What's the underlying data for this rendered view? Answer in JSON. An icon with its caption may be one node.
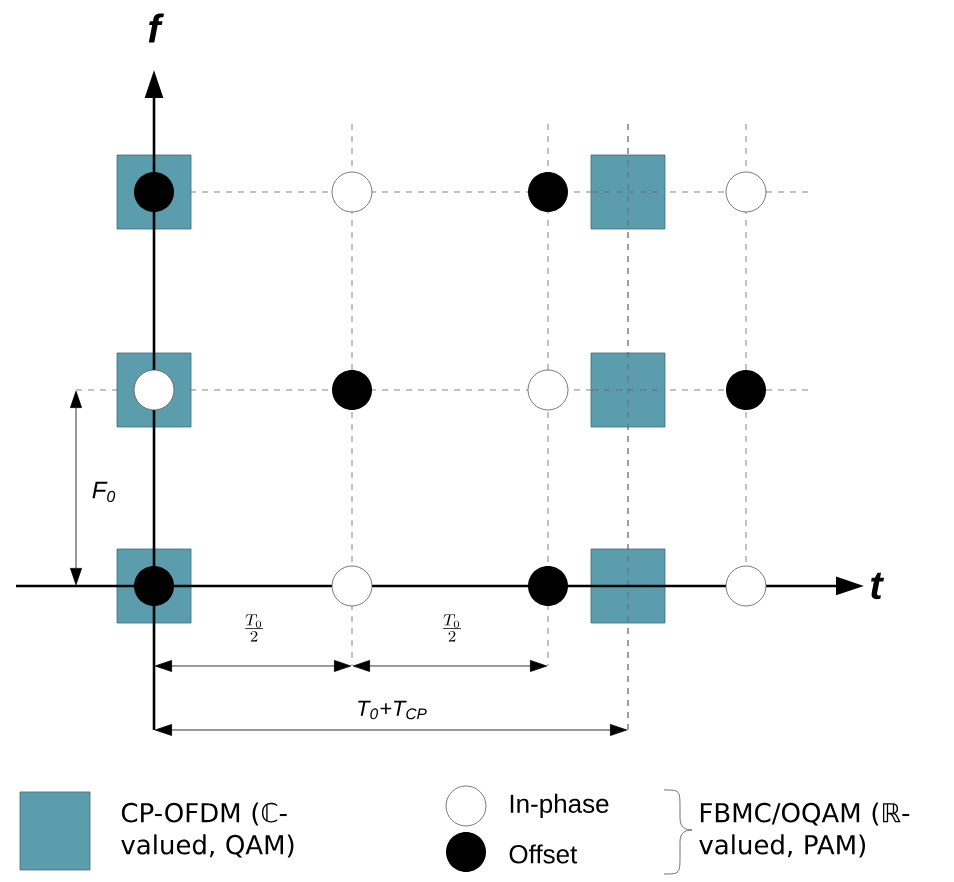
{
  "diagram": {
    "labels": [
      "f",
      "F$_{0}$",
      "t",
      "\\frac{T_0}{2}",
      "\\frac{T_0}{2}",
      "T$_{0}$+T$_{CP}$",
      "FBMC/OQAM (ℝ-valued, PAM)"
    ],
    "legend": [
      {
        "text": "CP-OFDM (ℂ-valued, QAM)",
        "color": "#5b9cad"
      },
      {
        "text": "In-phase"
      },
      {
        "text": "Offset"
      }
    ]
  }
}
